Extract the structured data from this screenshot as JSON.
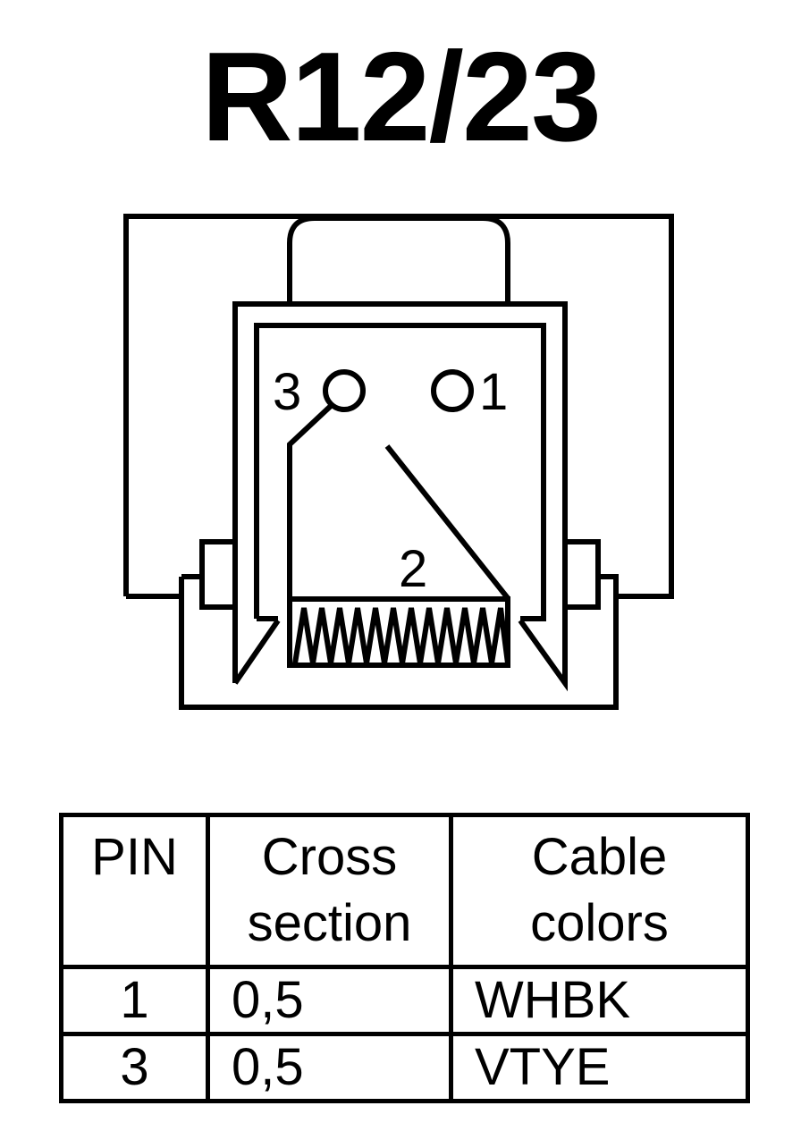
{
  "title": "R12/23",
  "diagram": {
    "pin_labels": {
      "pin1": "1",
      "pin2": "2",
      "pin3": "3"
    }
  },
  "table": {
    "headers": {
      "pin": "PIN",
      "cross_section": "Cross\nsection",
      "cable_colors": "Cable\ncolors"
    },
    "rows": [
      {
        "pin": "1",
        "cross_section": "0,5",
        "color": "WHBK"
      },
      {
        "pin": "3",
        "cross_section": "0,5",
        "color": "VTYE"
      }
    ]
  }
}
